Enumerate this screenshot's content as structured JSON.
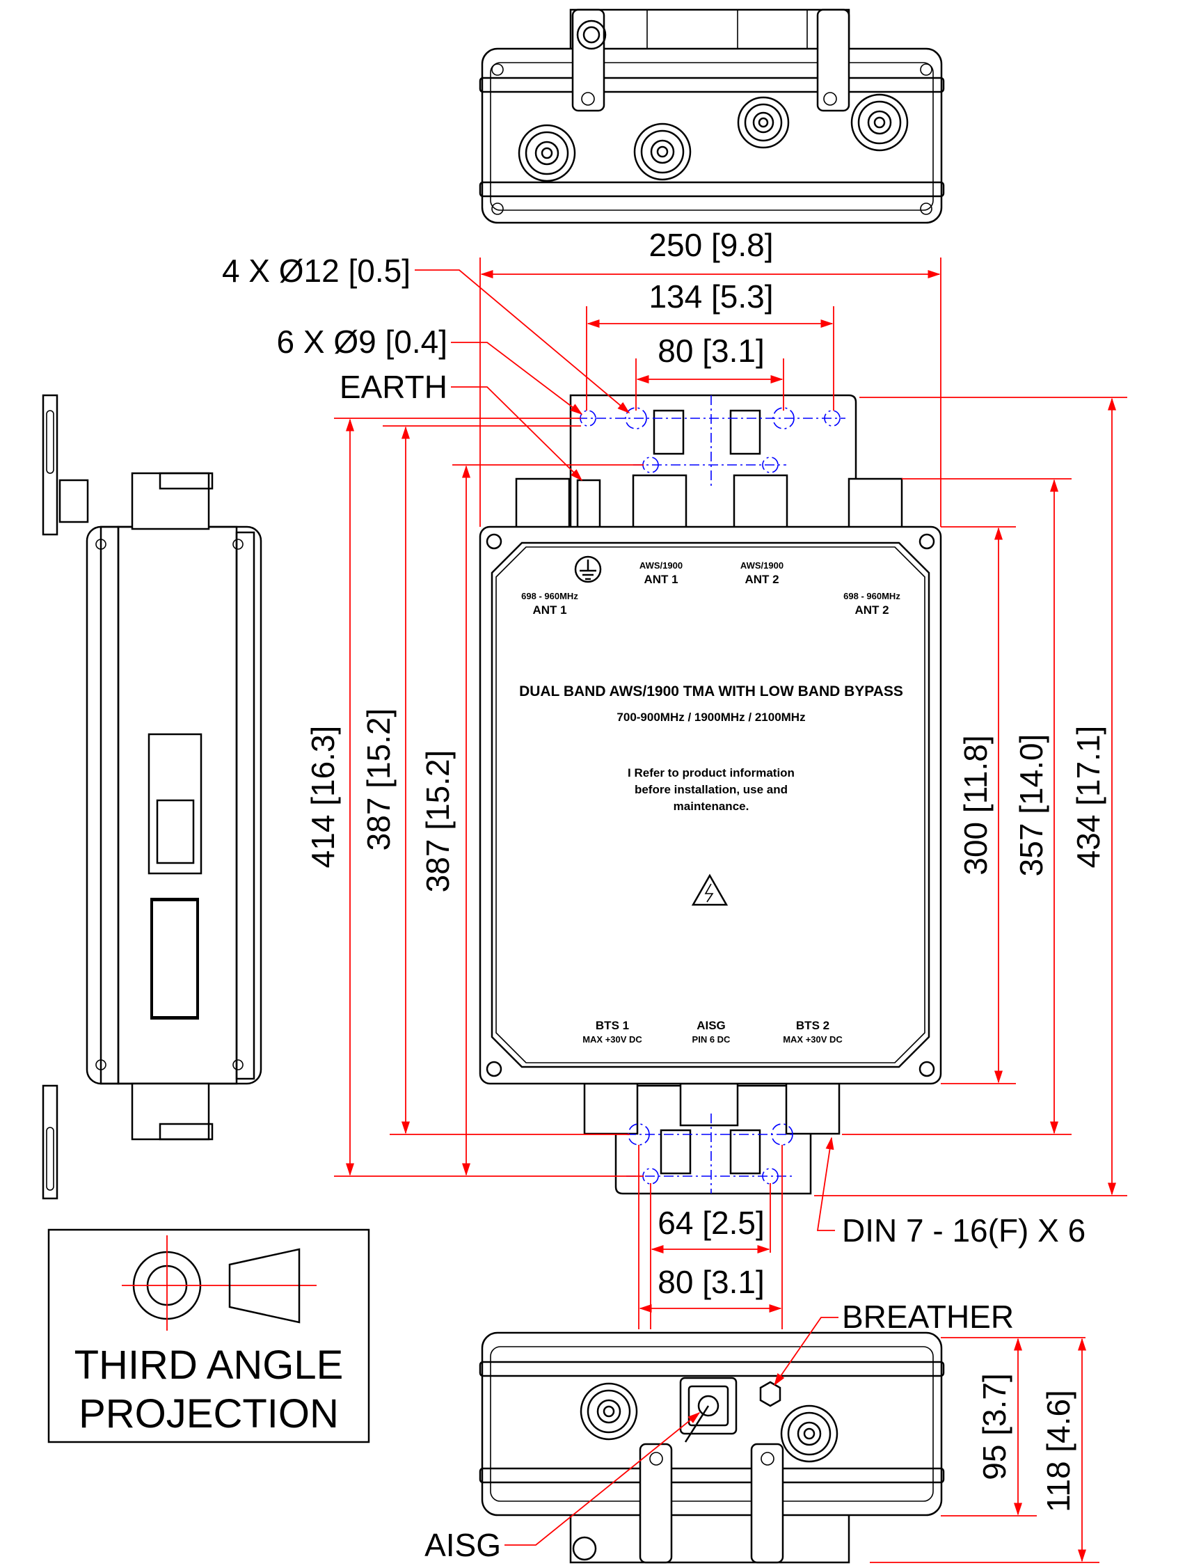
{
  "dimensions": {
    "width_overall": "250 [9.8]",
    "width_bracket": "134 [5.3]",
    "width_holes_top": "80 [3.1]",
    "width_bottom_64": "64 [2.5]",
    "width_bottom_80": "80 [3.1]",
    "height_414": "414 [16.3]",
    "height_387_a": "387 [15.2]",
    "height_387_b": "387 [15.2]",
    "height_300": "300 [11.8]",
    "height_357": "357 [14.0]",
    "height_434": "434 [17.1]",
    "depth_95": "95 [3.7]",
    "depth_118": "118 [4.6]"
  },
  "callouts": {
    "holes_12": "4 X Ø12 [0.5]",
    "holes_9": "6 X Ø9 [0.4]",
    "earth": "EARTH",
    "din": "DIN 7 - 16(F) X 6",
    "breather": "BREATHER",
    "aisg": "AISG"
  },
  "front_panel": {
    "title": "DUAL BAND AWS/1900 TMA WITH LOW BAND BYPASS",
    "subtitle": "700-900MHz / 1900MHz / 2100MHz",
    "notice_line1": "I Refer to product information",
    "notice_line2": "before installation, use and",
    "notice_line3": "maintenance.",
    "port_lb_ant1_freq": "698 - 960MHz",
    "port_lb_ant1": "ANT 1",
    "port_aws_ant1_freq": "AWS/1900",
    "port_aws_ant1": "ANT 1",
    "port_aws_ant2_freq": "AWS/1900",
    "port_aws_ant2": "ANT 2",
    "port_lb_ant2_freq": "698 - 960MHz",
    "port_lb_ant2": "ANT 2",
    "bts1": "BTS 1",
    "bts1_power": "MAX +30V DC",
    "aisg": "AISG",
    "aisg_pin": "PIN 6 DC",
    "bts2": "BTS 2",
    "bts2_power": "MAX +30V DC"
  },
  "projection": {
    "line1": "THIRD ANGLE",
    "line2": "PROJECTION"
  },
  "colors": {
    "dimension": "#ff0000",
    "centerline": "#0000ff",
    "outline": "#000000"
  }
}
